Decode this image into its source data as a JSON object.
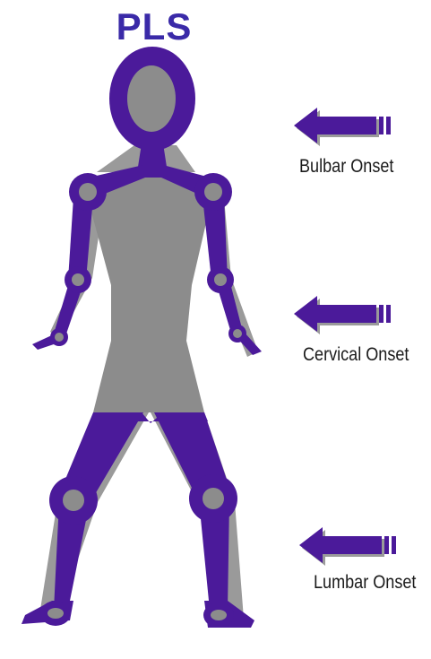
{
  "title": "PLS",
  "colors": {
    "title": "#3a2aa8",
    "joint": "#4b1a9a",
    "body": "#8c8c8c",
    "outline": "#9a9a9a",
    "arrow": "#4b1a9a"
  },
  "onsets": [
    {
      "label": "Bulbar Onset",
      "icon": "left-arrow-icon"
    },
    {
      "label": "Cervical Onset",
      "icon": "left-arrow-icon"
    },
    {
      "label": "Lumbar Onset",
      "icon": "left-arrow-icon"
    }
  ]
}
